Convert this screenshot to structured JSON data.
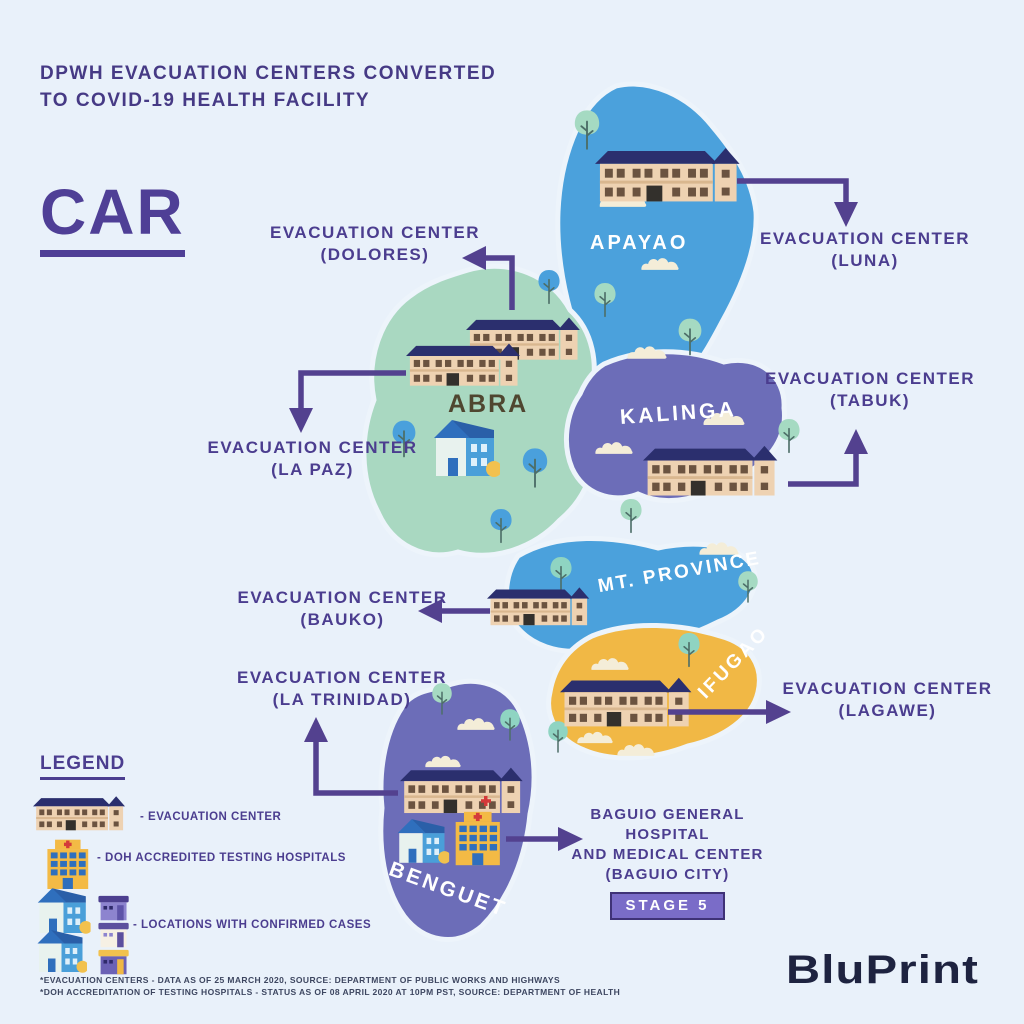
{
  "title": {
    "line1": "DPWH EVACUATION CENTERS CONVERTED",
    "line2": "TO COVID-19 HEALTH FACILITY"
  },
  "region_code": "CAR",
  "map": {
    "regions": [
      {
        "name": "APAYAO",
        "color": "#4ba1dc"
      },
      {
        "name": "ABRA",
        "color": "#a9d8c1"
      },
      {
        "name": "KALINGA",
        "color": "#6c6db8"
      },
      {
        "name": "MT. PROVINCE",
        "color": "#4ba1dc"
      },
      {
        "name": "IFUGAO",
        "color": "#f1b845"
      },
      {
        "name": "BENGUET",
        "color": "#6c6db8"
      }
    ]
  },
  "callouts": {
    "dolores": {
      "line1": "EVACUATION CENTER",
      "line2": "(DOLORES)"
    },
    "luna": {
      "line1": "EVACUATION CENTER",
      "line2": "(LUNA)"
    },
    "tabuk": {
      "line1": "EVACUATION CENTER",
      "line2": "(TABUK)"
    },
    "la_paz": {
      "line1": "EVACUATION CENTER",
      "line2": "(LA PAZ)"
    },
    "bauko": {
      "line1": "EVACUATION CENTER",
      "line2": "(BAUKO)"
    },
    "la_trinidad": {
      "line1": "EVACUATION CENTER",
      "line2": "(LA TRINIDAD)"
    },
    "lagawe": {
      "line1": "EVACUATION CENTER",
      "line2": "(LAGAWE)"
    },
    "baguio": {
      "line1": "BAGUIO GENERAL HOSPITAL",
      "line2": "AND MEDICAL CENTER",
      "line3": "(BAGUIO CITY)",
      "badge": "STAGE 5"
    }
  },
  "legend": {
    "heading": "LEGEND",
    "items": [
      {
        "icon": "evacuation-center-icon",
        "label": "- EVACUATION CENTER"
      },
      {
        "icon": "hospital-icon",
        "label": "- DOH ACCREDITED TESTING HOSPITALS"
      },
      {
        "icon": "houses-icon",
        "label": "- LOCATIONS WITH CONFIRMED CASES"
      }
    ]
  },
  "footnotes": [
    "*EVACUATION CENTERS - DATA AS OF 25 MARCH 2020, SOURCE: DEPARTMENT OF PUBLIC WORKS AND HIGHWAYS",
    "*DOH ACCREDITATION OF TESTING HOSPITALS - STATUS AS OF 08 APRIL 2020 AT 10PM PST, SOURCE: DEPARTMENT OF HEALTH"
  ],
  "brand": "BluPrint",
  "colors": {
    "background": "#e9f1fa",
    "accent_purple": "#4b3d8f",
    "arrow_purple": "#53418f",
    "region_blue": "#4ba1dc",
    "region_green": "#a9d8c1",
    "region_purple": "#6c6db8",
    "region_yellow": "#f1b845",
    "stage_badge_fill": "#7a6cc8",
    "abra_label_color": "#4f4630"
  }
}
